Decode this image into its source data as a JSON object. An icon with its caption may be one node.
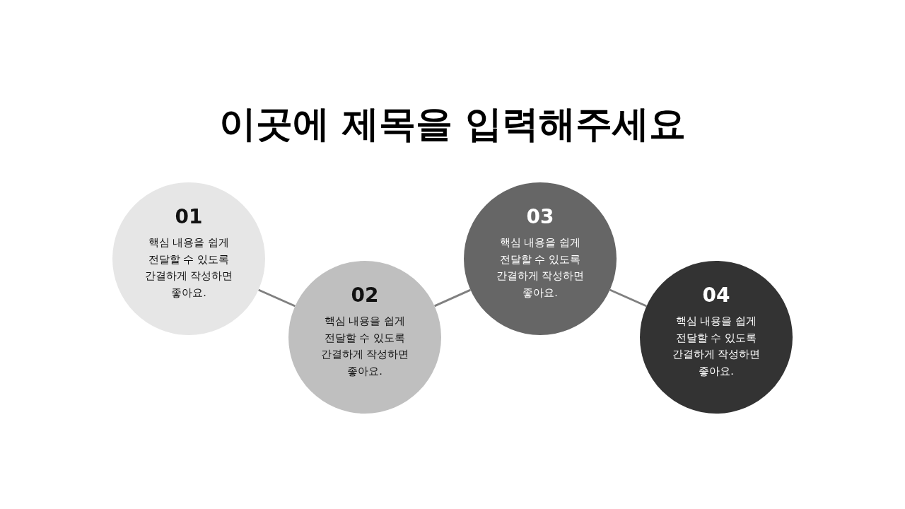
{
  "diagram": {
    "title": "이곳에 제목을 입력해주세요",
    "nodes": [
      {
        "text": [
          "01",
          "핵심 내용을 쉽게 전달할 수 있도록 간결하게 작성하면 좋아요."
        ]
      },
      {
        "text": [
          "02",
          "핵심 내용을 쉽게 전달할 수 있도록 간결하게 작성하면 좋아요."
        ]
      },
      {
        "text": [
          "03",
          "핵심 내용을 쉽게 전달할 수 있도록 간결하게 작성하면 좋아요."
        ]
      },
      {
        "text": [
          "04",
          "핵심 내용을 쉽게 전달할 수 있도록 간결하게 작성하면 좋아요."
        ]
      }
    ],
    "edges": [
      {
        "from": 0,
        "to": 1,
        "arrow": "none"
      },
      {
        "from": 1,
        "to": 2,
        "arrow": "none"
      },
      {
        "from": 2,
        "to": 3,
        "arrow": "none"
      }
    ]
  }
}
